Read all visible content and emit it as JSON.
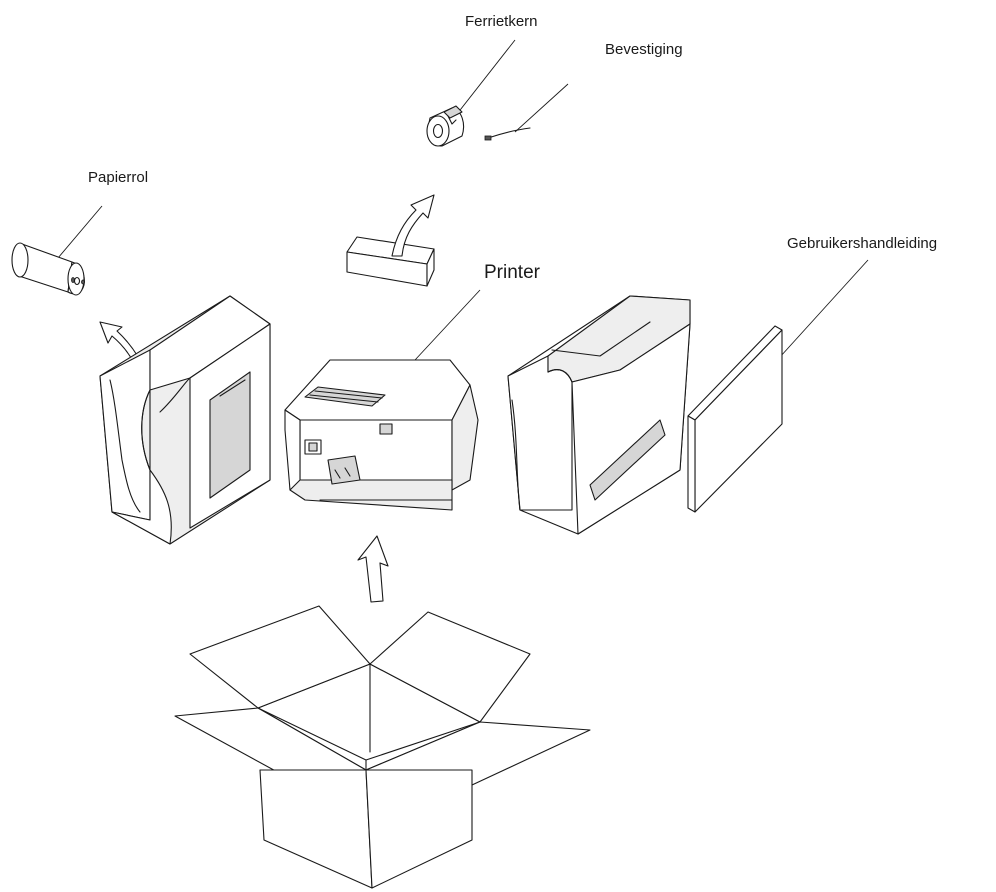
{
  "labels": {
    "ferrite_core": "Ferrietkern",
    "fastener": "Bevestiging",
    "paper_roll": "Papierrol",
    "printer": "Printer",
    "user_manual": "Gebruikershandleiding"
  },
  "colors": {
    "line": "#1a1a1a",
    "light_fill": "#eeeeee",
    "mid_fill": "#d6d6d6",
    "background": "#ffffff"
  }
}
